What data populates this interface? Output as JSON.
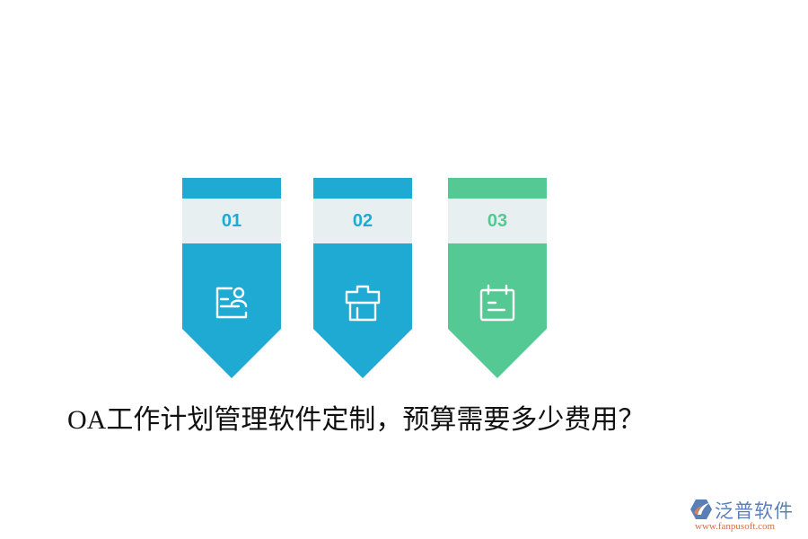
{
  "cards": [
    {
      "number": "01",
      "icon": "user-document-icon",
      "color": "#1eaad3",
      "number_color": "#1eaad3"
    },
    {
      "number": "02",
      "icon": "box-package-icon",
      "color": "#1eaad3",
      "number_color": "#1eaad3"
    },
    {
      "number": "03",
      "icon": "calendar-note-icon",
      "color": "#55c993",
      "number_color": "#55c993"
    }
  ],
  "title": "OA工作计划管理软件定制，预算需要多少费用？",
  "logo": {
    "brand": "泛普软件",
    "url": "www.fanpusoft.com",
    "brand_color": "#5a7fb8",
    "url_color": "#d0704a"
  },
  "colors": {
    "blue": "#1eaad3",
    "green": "#55c993",
    "band": "#e8eff0",
    "background": "#ffffff"
  }
}
